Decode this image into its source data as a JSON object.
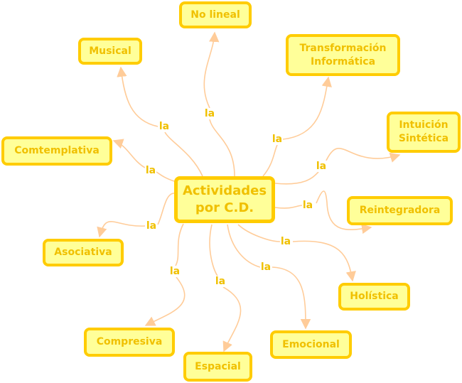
{
  "center": "Actividades por C.D.",
  "nodes": [
    {
      "id": "no-lineal",
      "label": "No lineal"
    },
    {
      "id": "musical",
      "label": "Musical"
    },
    {
      "id": "transformacion",
      "label": "Transformación Informática"
    },
    {
      "id": "intuicion",
      "label": "Intuición Sintética"
    },
    {
      "id": "comtemplativa",
      "label": "Comtemplativa"
    },
    {
      "id": "reintegradora",
      "label": "Reintegradora"
    },
    {
      "id": "asociativa",
      "label": "Asociativa"
    },
    {
      "id": "holistica",
      "label": "Holística"
    },
    {
      "id": "compresiva",
      "label": "Compresiva"
    },
    {
      "id": "emocional",
      "label": "Emocional"
    },
    {
      "id": "espacial",
      "label": "Espacial"
    }
  ],
  "edges": [
    {
      "to": "no-lineal",
      "label": "la"
    },
    {
      "to": "musical",
      "label": "la"
    },
    {
      "to": "transformacion",
      "label": "la"
    },
    {
      "to": "intuicion",
      "label": "la"
    },
    {
      "to": "comtemplativa",
      "label": "la"
    },
    {
      "to": "reintegradora",
      "label": "la"
    },
    {
      "to": "asociativa",
      "label": "la"
    },
    {
      "to": "holistica",
      "label": "la"
    },
    {
      "to": "compresiva",
      "label": "la"
    },
    {
      "to": "emocional",
      "label": "la"
    },
    {
      "to": "espacial",
      "label": "la"
    }
  ],
  "colors": {
    "fill": "#FFFF99",
    "border": "#FFCC00",
    "text": "#F0C000",
    "line": "#FFCC99"
  }
}
